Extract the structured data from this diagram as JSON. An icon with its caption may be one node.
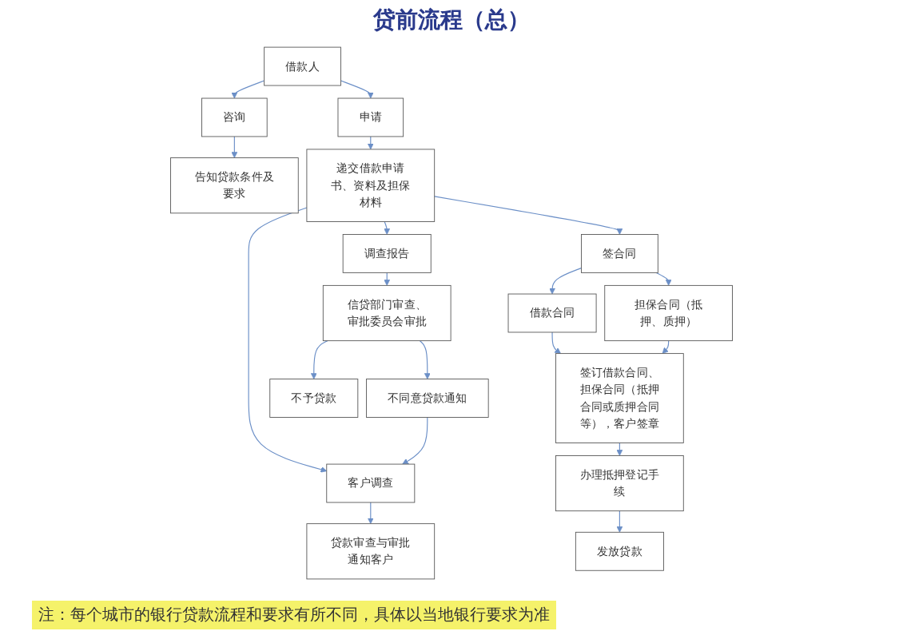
{
  "diagram": {
    "title": "贷前流程（总）",
    "nodes": [
      {
        "text": [
          "借款人"
        ]
      },
      {
        "text": [
          "咨询"
        ]
      },
      {
        "text": [
          "申请"
        ]
      },
      {
        "text": [
          "告知贷款条件及要求"
        ]
      },
      {
        "text": [
          "递交借款申请书、资料及担保材料"
        ]
      },
      {
        "text": [
          "客户调查"
        ]
      },
      {
        "text": [
          "调查报告"
        ]
      },
      {
        "text": [
          "签合同"
        ]
      },
      {
        "text": [
          "贷款审查与审批通知客户"
        ]
      },
      {
        "text": [
          "信贷部门审查、审批委员会审批"
        ]
      },
      {
        "text": [
          "不同意贷款通知"
        ]
      },
      {
        "text": [
          "不予贷款"
        ]
      },
      {
        "text": [
          "借款合同"
        ]
      },
      {
        "text": [
          "担保合同（抵押、质押）"
        ]
      },
      {
        "text": [
          "签订借款合同、担保合同（抵押合同或质押合同等），客户签章"
        ]
      },
      {
        "text": [
          "办理抵押登记手续"
        ]
      },
      {
        "text": [
          "发放贷款"
        ]
      }
    ],
    "edges": [
      {
        "from": 0,
        "to": 1,
        "arrow": "to"
      },
      {
        "from": 0,
        "to": 2,
        "arrow": "to"
      },
      {
        "from": 1,
        "to": 3,
        "arrow": "to"
      },
      {
        "from": 2,
        "to": 4,
        "arrow": "to"
      },
      {
        "from": 4,
        "to": 5,
        "arrow": "to"
      },
      {
        "from": 4,
        "to": 6,
        "arrow": "to"
      },
      {
        "from": 4,
        "to": 7,
        "arrow": "to"
      },
      {
        "from": 5,
        "to": 8,
        "arrow": "to"
      },
      {
        "from": 6,
        "to": 9,
        "arrow": "to"
      },
      {
        "from": 9,
        "to": 10,
        "arrow": "to"
      },
      {
        "from": 9,
        "to": 11,
        "arrow": "to"
      },
      {
        "from": 10,
        "to": 5,
        "arrow": "to"
      },
      {
        "from": 7,
        "to": 12,
        "arrow": "to"
      },
      {
        "from": 7,
        "to": 13,
        "arrow": "to"
      },
      {
        "from": 12,
        "to": 14,
        "arrow": "to"
      },
      {
        "from": 13,
        "to": 14,
        "arrow": "to"
      },
      {
        "from": 14,
        "to": 15,
        "arrow": "to"
      },
      {
        "from": 15,
        "to": 16,
        "arrow": "to"
      }
    ],
    "labels": [
      "注：每个城市的银行贷款流程和要求有所不同，具体以当地银行要求为准"
    ]
  }
}
